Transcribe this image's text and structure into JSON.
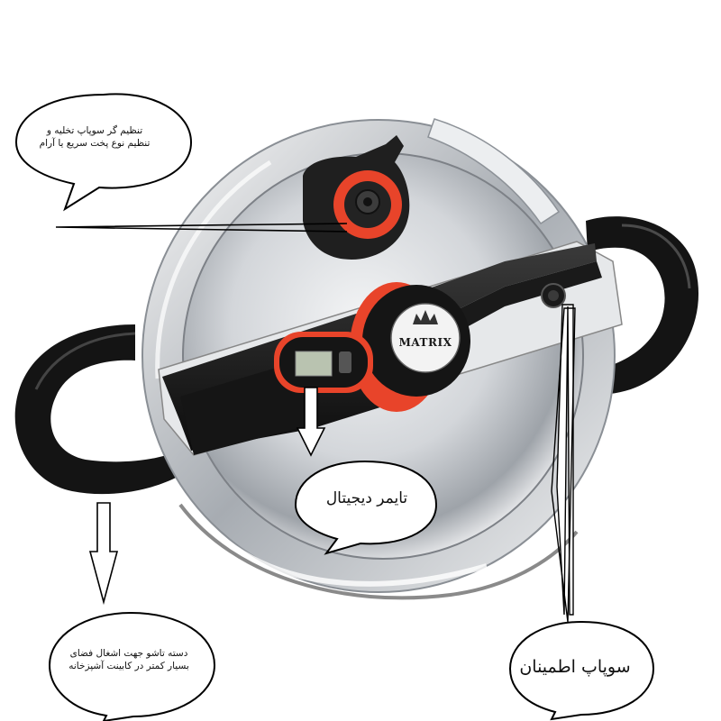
{
  "callouts": {
    "valve_regulator": {
      "lines": [
        "تنظیم گر سوپاپ تخلیه و",
        "تنظیم نوع پخت سریع یا آرام"
      ],
      "icon": "speech-bubble"
    },
    "digital_timer": {
      "lines": [
        "تایمر دیجیتال"
      ],
      "icon": "speech-bubble"
    },
    "handle": {
      "lines": [
        "دسته تاشو جهت اشغال فضای",
        "بسیار کمتر در کابینت آشپزخانه"
      ],
      "icon": "speech-bubble"
    },
    "safety_valve": {
      "lines": [
        "سوپاپ اطمینان"
      ],
      "icon": "speech-bubble"
    }
  },
  "product": {
    "brand": "MATRIX",
    "brand_icon": "crown-logo",
    "colors": {
      "accent": "#e8442a",
      "body": "#c9ccd1",
      "handle": "#141414",
      "timer_display": "#b9c3b0"
    }
  }
}
